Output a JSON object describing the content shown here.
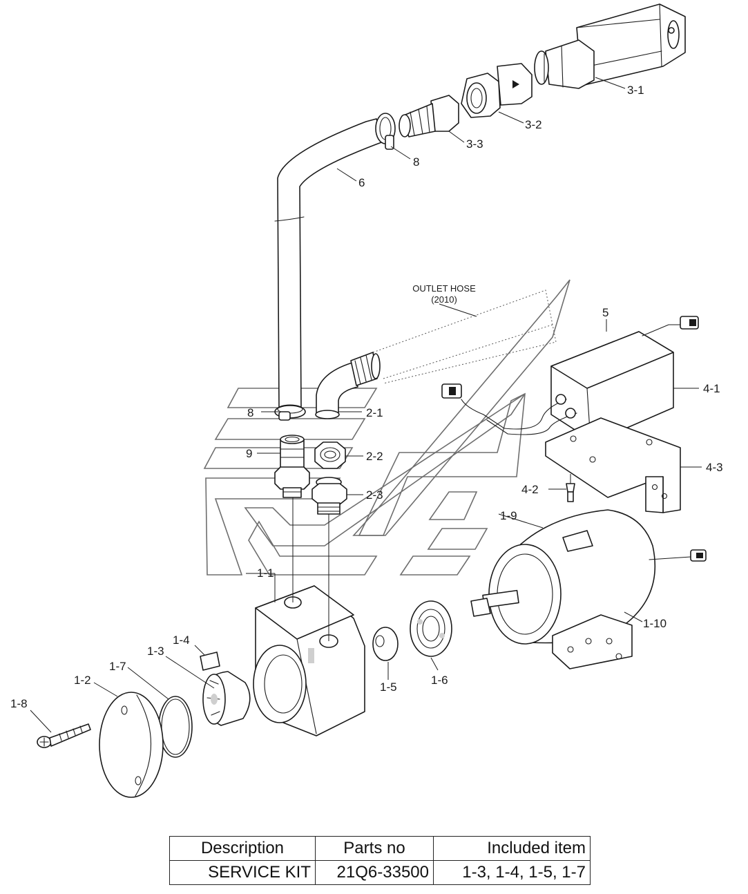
{
  "callouts": {
    "p3_1": "3-1",
    "p3_2": "3-2",
    "p3_3": "3-3",
    "p8_top": "8",
    "p6": "6",
    "outlet_line1": "OUTLET HOSE",
    "outlet_line2": "(2010)",
    "p5": "5",
    "p4_1": "4-1",
    "p8_mid": "8",
    "p2_1": "2-1",
    "p9": "9",
    "p2_2": "2-2",
    "p2_3": "2-3",
    "p4_3": "4-3",
    "p4_2": "4-2",
    "p1_9": "1-9",
    "p1_1": "1-1",
    "p1_10": "1-10",
    "p1_4": "1-4",
    "p1_3": "1-3",
    "p1_7": "1-7",
    "p1_2": "1-2",
    "p1_8": "1-8",
    "p1_5": "1-5",
    "p1_6": "1-6"
  },
  "table": {
    "headers": [
      "Description",
      "Parts no",
      "Included item"
    ],
    "rows": [
      [
        "SERVICE KIT",
        "21Q6-33500",
        "1-3, 1-4, 1-5, 1-7"
      ]
    ]
  }
}
